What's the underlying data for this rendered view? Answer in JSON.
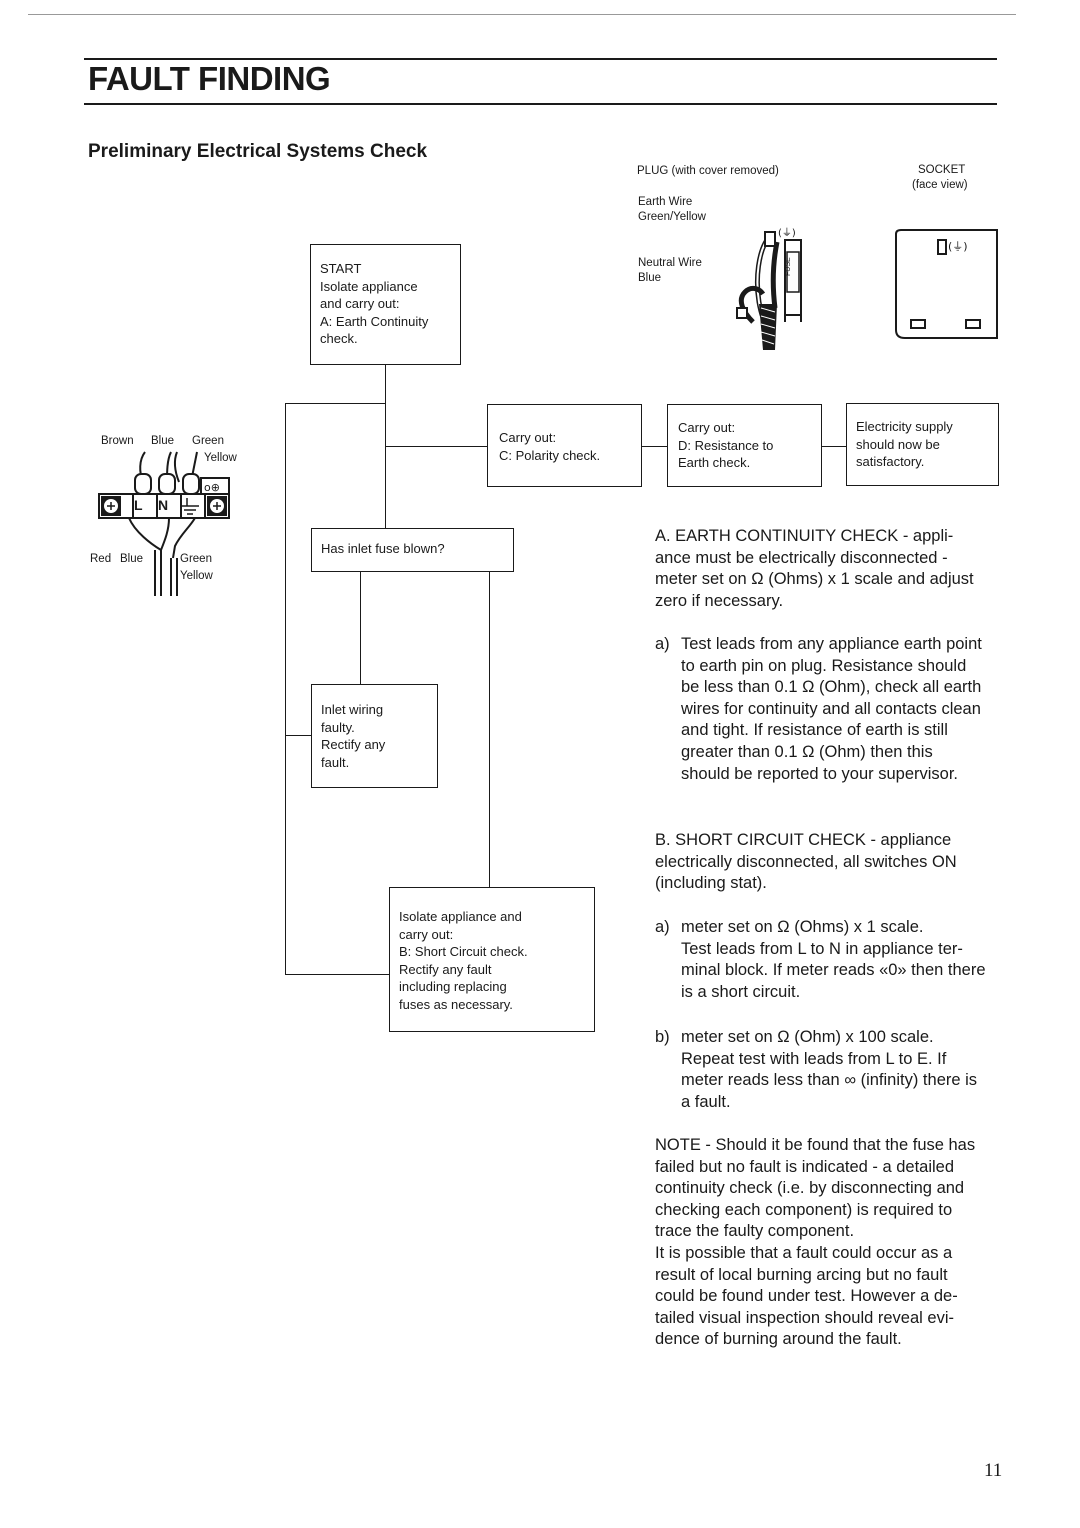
{
  "header": {
    "title": "FAULT FINDING",
    "subtitle": "Preliminary Electrical Systems Check"
  },
  "plug_diagram": {
    "plug_caption": "PLUG (with cover removed)",
    "socket_caption_1": "SOCKET",
    "socket_caption_2": "(face view)",
    "earth_wire_1": "Earth Wire",
    "earth_wire_2": "Green/Yellow",
    "neutral_wire_1": "Neutral Wire",
    "neutral_wire_2": "Blue",
    "fuse_label": "FUSE"
  },
  "terminal_diagram": {
    "brown": "Brown",
    "blue_top": "Blue",
    "green_top": "Green",
    "yellow_top": "Yellow",
    "red": "Red",
    "blue_bottom": "Blue",
    "green_bottom": "Green",
    "yellow_bottom": "Yellow",
    "terminal_l": "L",
    "terminal_n": "N"
  },
  "flowchart": {
    "start": [
      "START",
      "Isolate appliance",
      "and carry out:",
      "A: Earth Continuity",
      "check."
    ],
    "polarity": [
      "Carry out:",
      "C: Polarity check."
    ],
    "resistance": [
      "Carry out:",
      "D: Resistance to",
      "Earth check."
    ],
    "supply": [
      "Electricity supply",
      "should now be",
      "satisfactory."
    ],
    "fuse": [
      "Has inlet fuse blown?"
    ],
    "inlet": [
      "Inlet wiring",
      "faulty.",
      "Rectify any",
      "fault."
    ],
    "short": [
      "Isolate appliance and",
      "carry out:",
      "B: Short Circuit check.",
      "Rectify any fault",
      "including replacing",
      "fuses as necessary."
    ]
  },
  "instructions": {
    "a_check": [
      "A. EARTH CONTINUITY CHECK - appli-",
      "ance must be electrically disconnected -",
      "meter set on Ω (Ohms) x 1 scale and adjust",
      "zero if necessary."
    ],
    "a_a_label": "a)",
    "a_a": [
      "Test leads from any appliance earth point",
      "to earth pin on plug. Resistance should",
      "be less than 0.1 Ω (Ohm), check all earth",
      "wires for continuity and all contacts clean",
      "and tight. If resistance of earth is still",
      "greater than 0.1 Ω (Ohm) then this",
      "should be reported to your supervisor."
    ],
    "b_check": [
      "B. SHORT CIRCUIT CHECK - appliance",
      "electrically disconnected, all switches ON",
      "(including stat)."
    ],
    "b_a_label": "a)",
    "b_a": [
      "meter set on Ω (Ohms) x 1 scale.",
      "Test leads from L to N in appliance ter-",
      "minal block. If meter reads «0» then there",
      "is a short circuit."
    ],
    "b_b_label": "b)",
    "b_b": [
      "meter set on Ω (Ohm) x 100 scale.",
      "Repeat test with leads from L to E. If",
      "meter reads less than ∞ (infinity) there is",
      "a fault."
    ],
    "note": [
      "NOTE - Should it be found that the fuse has",
      "failed but no fault is indicated - a detailed",
      "continuity check (i.e. by disconnecting and",
      "checking each component) is required to",
      "trace the faulty component.",
      "It is possible that a fault could occur as a",
      "result of local burning arcing but no fault",
      "could be found under test. However a de-",
      "tailed visual inspection should reveal evi-",
      "dence of burning around the fault."
    ]
  },
  "page_number": "11"
}
